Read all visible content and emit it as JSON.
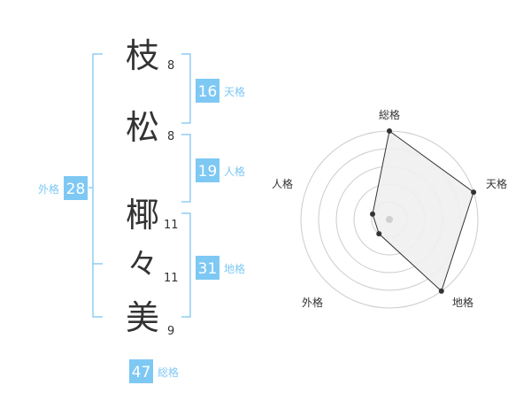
{
  "name": {
    "chars": [
      {
        "char": "枝",
        "strokes": "8"
      },
      {
        "char": "松",
        "strokes": "8"
      },
      {
        "char": "椰",
        "strokes": "11"
      },
      {
        "char": "々",
        "strokes": "11"
      },
      {
        "char": "美",
        "strokes": "9"
      }
    ]
  },
  "fortune": {
    "tenkaku": {
      "value": "16",
      "label": "天格"
    },
    "jinkaku": {
      "value": "19",
      "label": "人格"
    },
    "chikaku": {
      "value": "31",
      "label": "地格"
    },
    "gaikaku": {
      "value": "28",
      "label": "外格"
    },
    "soukaku": {
      "value": "47",
      "label": "総格"
    }
  },
  "radar": {
    "axis_labels": {
      "soukaku": "総格",
      "tenkaku": "天格",
      "chikaku": "地格",
      "gaikaku": "外格",
      "jinkaku": "人格"
    },
    "levels": 5,
    "values": {
      "soukaku": 5,
      "tenkaku": 5,
      "chikaku": 5,
      "gaikaku": 1,
      "jinkaku": 1
    }
  },
  "colors": {
    "accent": "#7ec8f4",
    "bracket": "#8fcdf3",
    "label": "#7ec8f4",
    "text": "#333333",
    "grid": "#cccccc",
    "polygon_fill": "#efefef"
  }
}
